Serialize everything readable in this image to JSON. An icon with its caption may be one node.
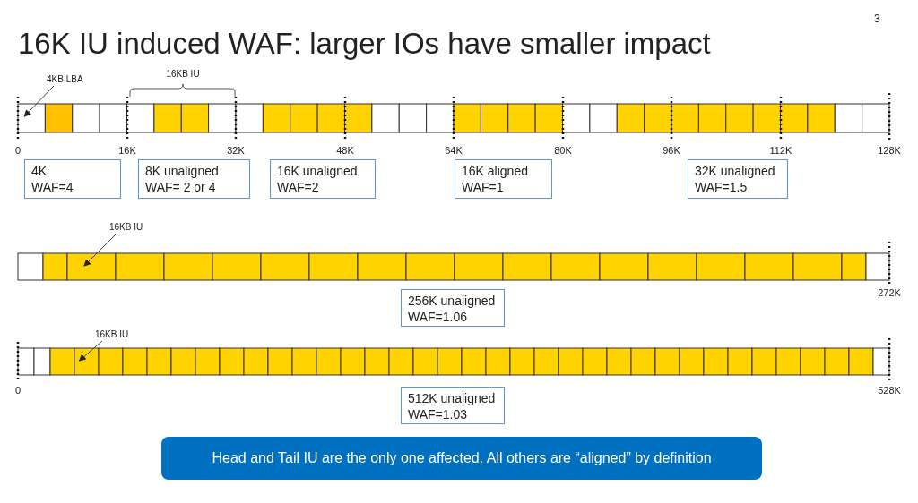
{
  "diagram": {
    "title": "16K IU induced WAF: larger IOs have smaller impact",
    "nodes": [
      {
        "text": [
          "4KB LBA"
        ]
      },
      {
        "text": [],
        "shape": "box"
      },
      {
        "text": [
          "4K",
          "WAF=4"
        ]
      },
      {
        "text": [
          "8K unaligned",
          "WAF= 2 or 4"
        ]
      },
      {
        "text": [
          "16K unaligned",
          "WAF=2"
        ]
      },
      {
        "text": [
          "16K aligned",
          "WAF=1"
        ]
      },
      {
        "text": [
          "32K unaligned",
          "WAF=1.5"
        ]
      },
      {
        "text": [
          "16KB IU"
        ]
      },
      {
        "text": [],
        "shape": "box"
      },
      {
        "text": [
          "256K unaligned",
          "WAF=1.06"
        ]
      },
      {
        "text": [
          "16KB IU"
        ]
      },
      {
        "text": [],
        "shape": "box"
      },
      {
        "text": [
          "512K unaligned",
          "WAF=1.03"
        ]
      },
      {
        "text": [
          "Head and Tail IU are the only one affected. All others are “aligned” by definition"
        ]
      }
    ],
    "edges": [
      {
        "from": 0,
        "to": 1,
        "arrow": "to"
      },
      {
        "from": 7,
        "to": 8,
        "arrow": "to"
      },
      {
        "from": 10,
        "to": 11,
        "arrow": "to"
      }
    ],
    "labels": [
      "3",
      "16KB IU",
      "0",
      "16K",
      "32K",
      "48K",
      "64K",
      "80K",
      "96K",
      "112K",
      "128K",
      "272K",
      "0",
      "528K"
    ]
  }
}
